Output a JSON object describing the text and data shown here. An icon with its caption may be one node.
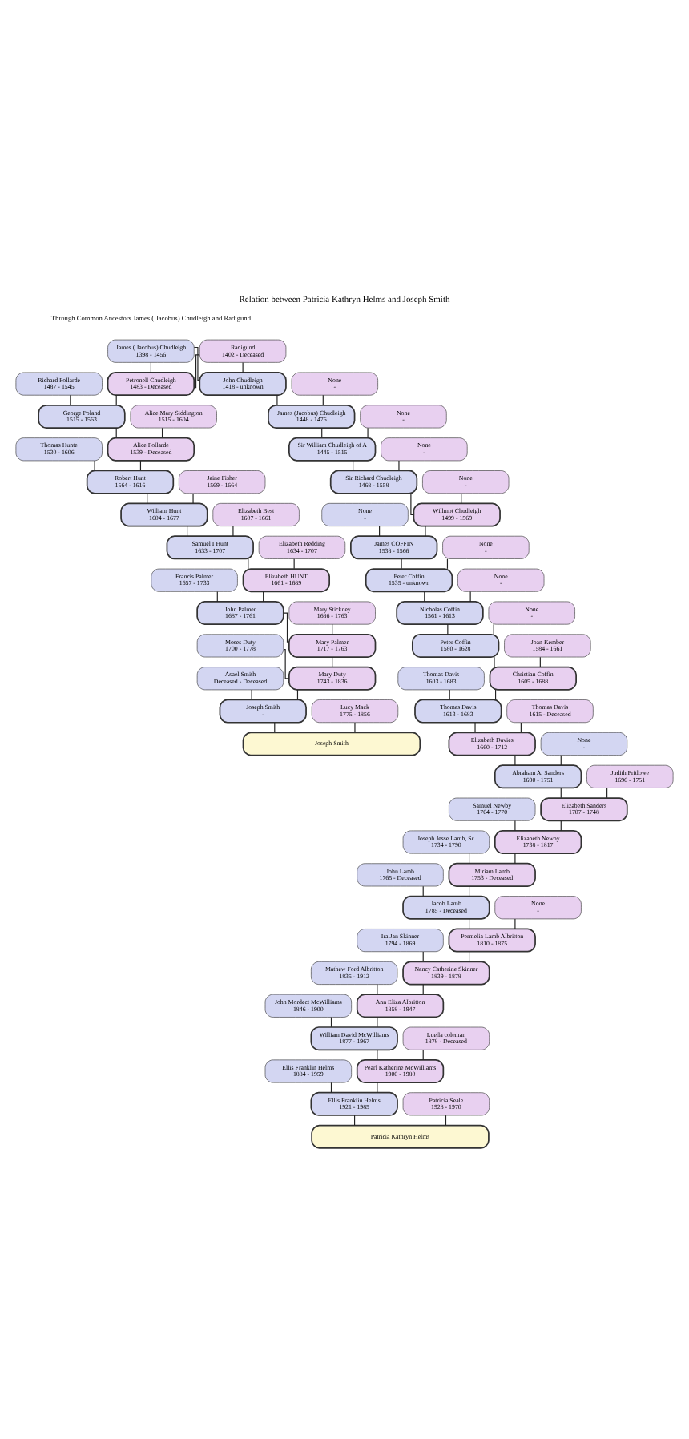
{
  "diagram": {
    "title": "Relation between Patricia Kathryn Helms and Joseph Smith",
    "nodes": [
      {
        "text": [
          "James ( Jacobus) Chudleigh",
          "1398 - 1456"
        ]
      },
      {
        "text": [
          "Radigund",
          "1402 - Deceased"
        ]
      },
      {
        "text": [
          "Richard Pollarde",
          "1487 - 1545"
        ]
      },
      {
        "text": [
          "Petronell Chudleigh",
          "1483 - Deceased"
        ]
      },
      {
        "text": [
          "John Chudleigh",
          "1418 - unknown"
        ]
      },
      {
        "text": [
          "None",
          "-"
        ]
      },
      {
        "text": [
          "George Poland",
          "1515 - 1563"
        ]
      },
      {
        "text": [
          "Alice Mary Siddington",
          "1515 - 1604"
        ]
      },
      {
        "text": [
          "James (Jacobus) Chudleigh",
          "1448 - 1476"
        ]
      },
      {
        "text": [
          "None",
          "-"
        ]
      },
      {
        "text": [
          "Thomas Hunte",
          "1530 - 1606"
        ]
      },
      {
        "text": [
          "Alice Pollarde",
          "1539 - Deceased"
        ]
      },
      {
        "text": [
          "Sir William Chudleigh of A",
          "1445 - 1515"
        ]
      },
      {
        "text": [
          "None",
          "-"
        ]
      },
      {
        "text": [
          "Robert Hunt",
          "1564 - 1616"
        ]
      },
      {
        "text": [
          "Jaine Fisher",
          "1569 - 1664"
        ]
      },
      {
        "text": [
          "Sir Richard Chudleigh",
          "1468 - 1558"
        ]
      },
      {
        "text": [
          "None",
          "-"
        ]
      },
      {
        "text": [
          "William Hunt",
          "1604 - 1677"
        ]
      },
      {
        "text": [
          "Elizabeth Best",
          "1607 - 1661"
        ]
      },
      {
        "text": [
          "None",
          "-"
        ]
      },
      {
        "text": [
          "Willmot Chudleigh",
          "1499 - 1569"
        ]
      },
      {
        "text": [
          "Samuel I Hunt",
          "1633 - 1707"
        ]
      },
      {
        "text": [
          "Elizabeth Redding",
          "1634 - 1707"
        ]
      },
      {
        "text": [
          "James COFFIN",
          "1538 - 1566"
        ]
      },
      {
        "text": [
          "None",
          "-"
        ]
      },
      {
        "text": [
          "Francis Palmer",
          "1657 - 1733"
        ]
      },
      {
        "text": [
          "Elizabeth HUNT",
          "1661 - 1689"
        ]
      },
      {
        "text": [
          "Peter Coffin",
          "1535 - unknown"
        ]
      },
      {
        "text": [
          "None",
          "-"
        ]
      },
      {
        "text": [
          "John Palmer",
          "1687 - 1761"
        ]
      },
      {
        "text": [
          "Mary Stickney",
          "1686 - 1763"
        ]
      },
      {
        "text": [
          "Nicholas Coffin",
          "1561 - 1613"
        ]
      },
      {
        "text": [
          "None",
          "-"
        ]
      },
      {
        "text": [
          "Moses Duty",
          "1700 - 1778"
        ]
      },
      {
        "text": [
          "Mary Palmer",
          "1717 - 1763"
        ]
      },
      {
        "text": [
          "Peter Coffin",
          "1580 - 1628"
        ]
      },
      {
        "text": [
          "Joan Kember",
          "1584 - 1661"
        ]
      },
      {
        "text": [
          "Asael Smith",
          "Deceased - Deceased"
        ]
      },
      {
        "text": [
          "Mary Duty",
          "1743 - 1836"
        ]
      },
      {
        "text": [
          "Thomas Davis",
          "1603 - 1683"
        ]
      },
      {
        "text": [
          "Christian Coffin",
          "1605 - 1688"
        ]
      },
      {
        "text": [
          "Joseph Smith",
          "-"
        ]
      },
      {
        "text": [
          "Lucy Mack",
          "1775 - 1856"
        ]
      },
      {
        "text": [
          "Thomas Davis",
          "1613 - 1683"
        ]
      },
      {
        "text": [
          "Thomas Davis",
          "1615 - Deceased"
        ]
      },
      {
        "text": [
          "Joseph Smith"
        ]
      },
      {
        "text": [
          "None",
          "-"
        ]
      },
      {
        "text": [
          "Elizabeth Davies",
          "1660 - 1712"
        ]
      },
      {
        "text": [
          "Abraham A. Sanders",
          "1690 - 1751"
        ]
      },
      {
        "text": [
          "Judith Pritlowe",
          "1696 - 1751"
        ]
      },
      {
        "text": [
          "Samuel Newby",
          "1704 - 1770"
        ]
      },
      {
        "text": [
          "Elizabeth Sanders",
          "1707 - 1748"
        ]
      },
      {
        "text": [
          "Joseph Jesse Lamb, Sr.",
          "1734 - 1790"
        ]
      },
      {
        "text": [
          "Elizabeth Newby",
          "1738 - 1817"
        ]
      },
      {
        "text": [
          "John Lamb",
          "1765 - Deceased"
        ]
      },
      {
        "text": [
          "Miriam Lamb",
          "1753 - Deceased"
        ]
      },
      {
        "text": [
          "Jacob Lamb",
          "1785 - Deceased"
        ]
      },
      {
        "text": [
          "None",
          "-"
        ]
      },
      {
        "text": [
          "Ira Jan Skinner",
          "1794 - 1869"
        ]
      },
      {
        "text": [
          "Permelia Lamb Albritton",
          "1810 - 1875"
        ]
      },
      {
        "text": [
          "Mathew Ford Albritton",
          "1835 - 1912"
        ]
      },
      {
        "text": [
          "Nancy Catherine Skinner",
          "1839 - 1878"
        ]
      },
      {
        "text": [
          "John Mordect McWilliams",
          "1846 - 1900"
        ]
      },
      {
        "text": [
          "Ann Eliza Albritton",
          "1858 - 1947"
        ]
      },
      {
        "text": [
          "William David McWilliams",
          "1877 - 1967"
        ]
      },
      {
        "text": [
          "Luella coleman",
          "1878 - Deceased"
        ]
      },
      {
        "text": [
          "Ellis Franklin Helms",
          "1884 - 1959"
        ]
      },
      {
        "text": [
          "Pearl Katherine McWilliams",
          "1900 - 1980"
        ]
      },
      {
        "text": [
          "Ellis Franklin Helms",
          "1921 - 1985"
        ]
      },
      {
        "text": [
          "Patricia Seale",
          "1928 - 1970"
        ]
      },
      {
        "text": [
          "Patricia Kathryn Helms"
        ]
      }
    ],
    "edges": [
      {
        "from": 0,
        "to": 3,
        "arrow": "none"
      },
      {
        "from": 1,
        "to": 3,
        "arrow": "none"
      },
      {
        "from": 0,
        "to": 4,
        "arrow": "none"
      },
      {
        "from": 1,
        "to": 4,
        "arrow": "none"
      },
      {
        "from": 2,
        "to": 6,
        "arrow": "none"
      },
      {
        "from": 3,
        "to": 6,
        "arrow": "none"
      },
      {
        "from": 4,
        "to": 8,
        "arrow": "none"
      },
      {
        "from": 5,
        "to": 8,
        "arrow": "none"
      },
      {
        "from": 6,
        "to": 11,
        "arrow": "none"
      },
      {
        "from": 7,
        "to": 11,
        "arrow": "none"
      },
      {
        "from": 8,
        "to": 12,
        "arrow": "none"
      },
      {
        "from": 9,
        "to": 12,
        "arrow": "none"
      },
      {
        "from": 10,
        "to": 14,
        "arrow": "none"
      },
      {
        "from": 11,
        "to": 14,
        "arrow": "none"
      },
      {
        "from": 12,
        "to": 16,
        "arrow": "none"
      },
      {
        "from": 13,
        "to": 16,
        "arrow": "none"
      },
      {
        "from": 14,
        "to": 18,
        "arrow": "none"
      },
      {
        "from": 15,
        "to": 18,
        "arrow": "none"
      },
      {
        "from": 16,
        "to": 21,
        "arrow": "none"
      },
      {
        "from": 17,
        "to": 21,
        "arrow": "none"
      },
      {
        "from": 18,
        "to": 22,
        "arrow": "none"
      },
      {
        "from": 19,
        "to": 22,
        "arrow": "none"
      },
      {
        "from": 20,
        "to": 24,
        "arrow": "none"
      },
      {
        "from": 21,
        "to": 24,
        "arrow": "none"
      },
      {
        "from": 22,
        "to": 27,
        "arrow": "none"
      },
      {
        "from": 23,
        "to": 27,
        "arrow": "none"
      },
      {
        "from": 24,
        "to": 28,
        "arrow": "none"
      },
      {
        "from": 25,
        "to": 28,
        "arrow": "none"
      },
      {
        "from": 26,
        "to": 30,
        "arrow": "none"
      },
      {
        "from": 27,
        "to": 30,
        "arrow": "none"
      },
      {
        "from": 28,
        "to": 32,
        "arrow": "none"
      },
      {
        "from": 29,
        "to": 32,
        "arrow": "none"
      },
      {
        "from": 30,
        "to": 35,
        "arrow": "none"
      },
      {
        "from": 31,
        "to": 35,
        "arrow": "none"
      },
      {
        "from": 32,
        "to": 36,
        "arrow": "none"
      },
      {
        "from": 33,
        "to": 36,
        "arrow": "none"
      },
      {
        "from": 34,
        "to": 39,
        "arrow": "none"
      },
      {
        "from": 35,
        "to": 39,
        "arrow": "none"
      },
      {
        "from": 36,
        "to": 41,
        "arrow": "none"
      },
      {
        "from": 37,
        "to": 41,
        "arrow": "none"
      },
      {
        "from": 38,
        "to": 42,
        "arrow": "none"
      },
      {
        "from": 39,
        "to": 42,
        "arrow": "none"
      },
      {
        "from": 40,
        "to": 44,
        "arrow": "none"
      },
      {
        "from": 41,
        "to": 44,
        "arrow": "none"
      },
      {
        "from": 42,
        "to": 46,
        "arrow": "none"
      },
      {
        "from": 43,
        "to": 46,
        "arrow": "none"
      },
      {
        "from": 44,
        "to": 48,
        "arrow": "none"
      },
      {
        "from": 45,
        "to": 48,
        "arrow": "none"
      },
      {
        "from": 47,
        "to": 49,
        "arrow": "none"
      },
      {
        "from": 48,
        "to": 49,
        "arrow": "none"
      },
      {
        "from": 49,
        "to": 52,
        "arrow": "none"
      },
      {
        "from": 50,
        "to": 52,
        "arrow": "none"
      },
      {
        "from": 51,
        "to": 54,
        "arrow": "none"
      },
      {
        "from": 52,
        "to": 54,
        "arrow": "none"
      },
      {
        "from": 53,
        "to": 56,
        "arrow": "none"
      },
      {
        "from": 54,
        "to": 56,
        "arrow": "none"
      },
      {
        "from": 55,
        "to": 57,
        "arrow": "none"
      },
      {
        "from": 56,
        "to": 57,
        "arrow": "none"
      },
      {
        "from": 57,
        "to": 60,
        "arrow": "none"
      },
      {
        "from": 58,
        "to": 60,
        "arrow": "none"
      },
      {
        "from": 59,
        "to": 62,
        "arrow": "none"
      },
      {
        "from": 60,
        "to": 62,
        "arrow": "none"
      },
      {
        "from": 61,
        "to": 64,
        "arrow": "none"
      },
      {
        "from": 62,
        "to": 64,
        "arrow": "none"
      },
      {
        "from": 63,
        "to": 65,
        "arrow": "none"
      },
      {
        "from": 64,
        "to": 65,
        "arrow": "none"
      },
      {
        "from": 65,
        "to": 68,
        "arrow": "none"
      },
      {
        "from": 66,
        "to": 68,
        "arrow": "none"
      },
      {
        "from": 67,
        "to": 69,
        "arrow": "none"
      },
      {
        "from": 68,
        "to": 69,
        "arrow": "none"
      },
      {
        "from": 69,
        "to": 71,
        "arrow": "none"
      },
      {
        "from": 70,
        "to": 71,
        "arrow": "none"
      }
    ],
    "labels": [
      "Through Common Ancestors James ( Jacobus) Chudleigh and Radigund"
    ]
  }
}
